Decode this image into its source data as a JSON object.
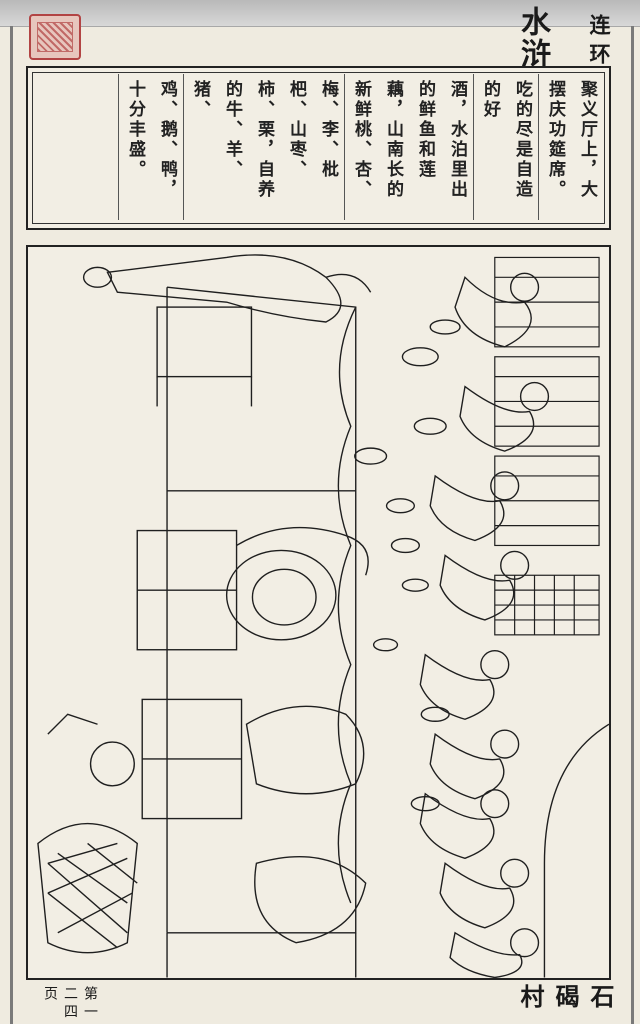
{
  "header": {
    "title": "水浒传",
    "subtitle": "连环画之七"
  },
  "text_block": {
    "lines": [
      "聚义厅上，大摆庆功筵席。",
      "吃的尽是自造的好",
      "酒，水泊里出的鲜鱼和莲藕，山南长的新鲜桃、杏、",
      "梅、李、枇杷、山枣、柿、栗，自养的牛、羊、猪、",
      "鸡、鹅、鸭，十分丰盛。"
    ]
  },
  "caption": "石碣村",
  "page_number": "第一二四页",
  "colors": {
    "paper": "#efebe0",
    "ink": "#1a1a1a",
    "seal": "#b24444"
  }
}
